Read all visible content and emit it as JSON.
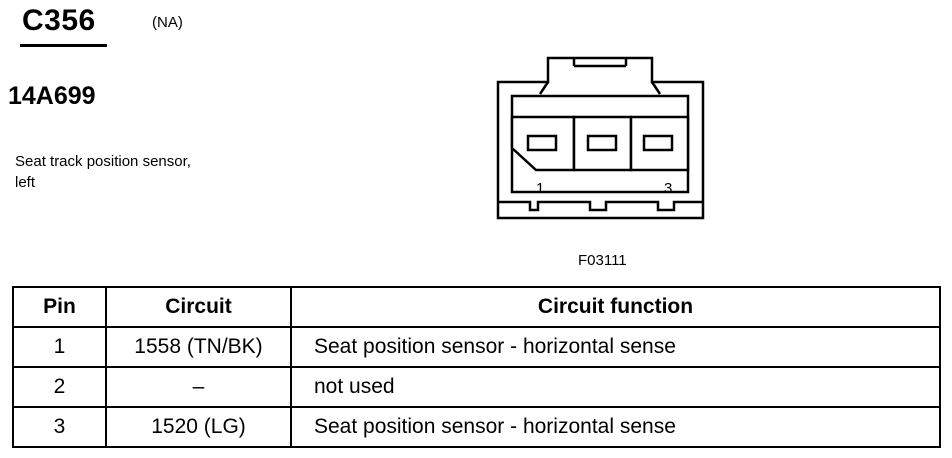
{
  "connector": {
    "id": "C356",
    "region": "(NA)",
    "part_number": "14A699",
    "description": "Seat track position sensor, left"
  },
  "figure": {
    "reference": "F03111",
    "pin_labels": [
      "1",
      "3"
    ]
  },
  "table": {
    "headers": [
      "Pin",
      "Circuit",
      "Circuit function"
    ],
    "rows": [
      {
        "pin": "1",
        "circuit": "1558 (TN/BK)",
        "function": "Seat position sensor - horizontal sense"
      },
      {
        "pin": "2",
        "circuit": "–",
        "function": "not used"
      },
      {
        "pin": "3",
        "circuit": "1520 (LG)",
        "function": "Seat position sensor - horizontal sense"
      }
    ]
  }
}
